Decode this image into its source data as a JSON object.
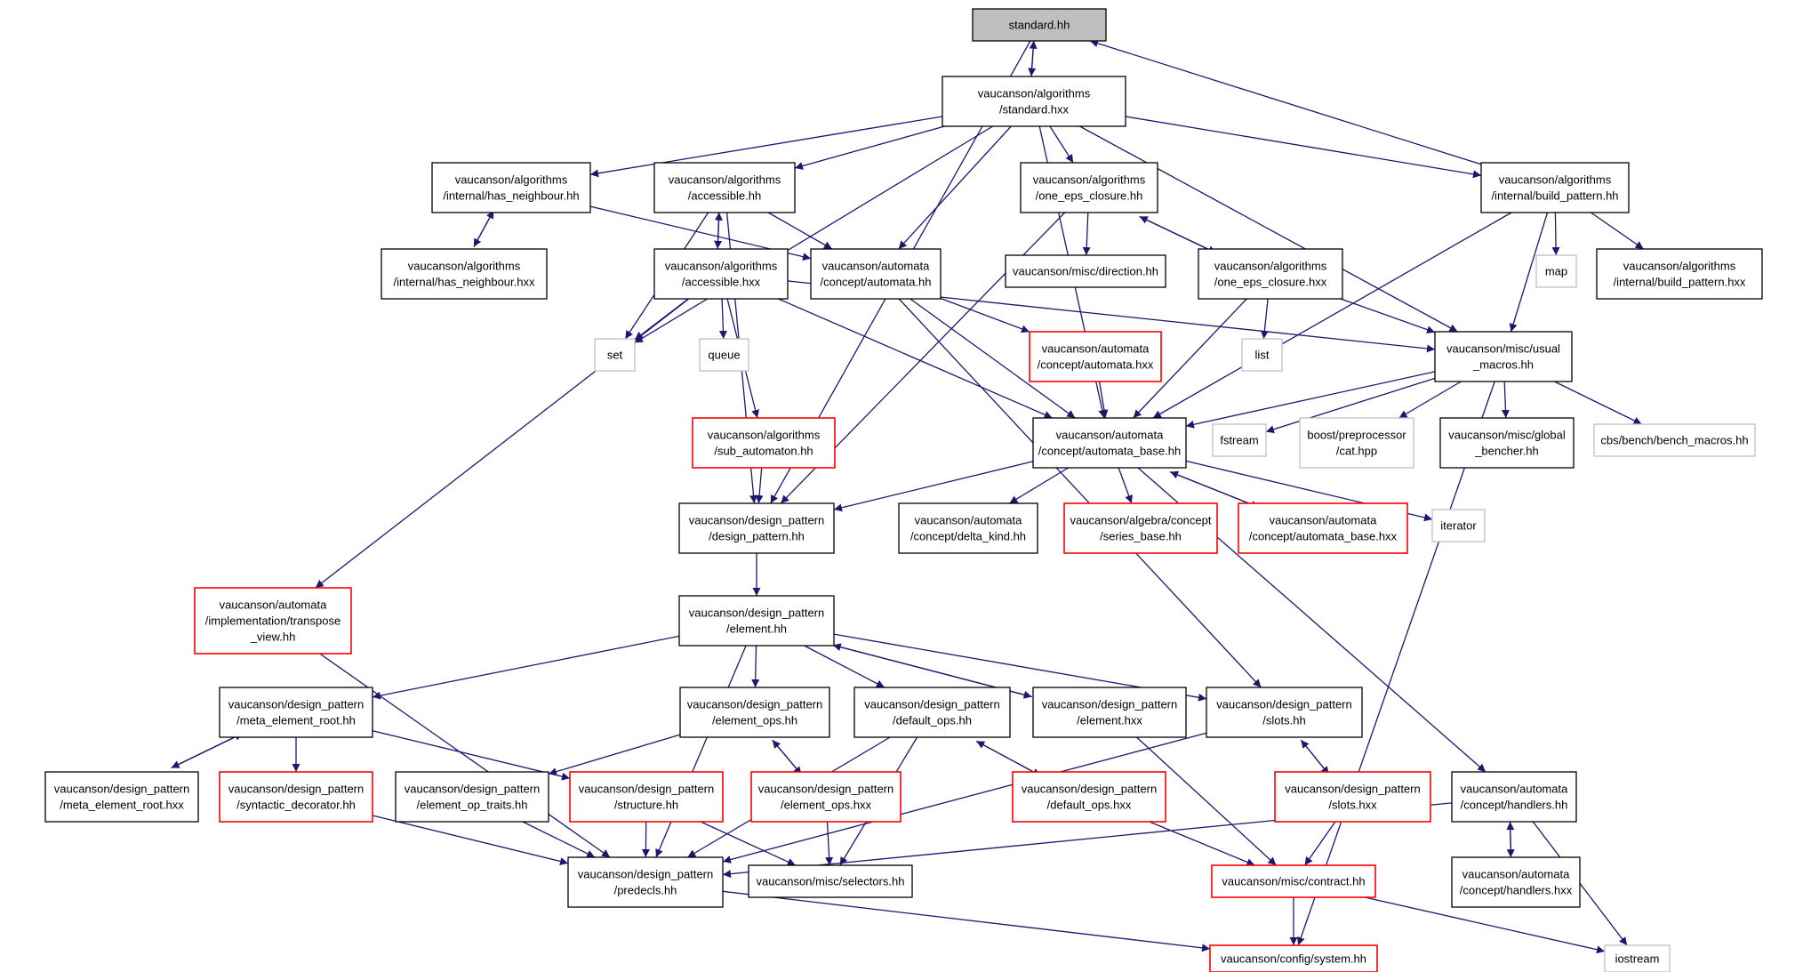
{
  "colors": {
    "edge": "#191970",
    "normal_border": "#000000",
    "missing_border": "#ff0000",
    "external_border": "#bfbfbf",
    "root_fill": "#bfbfbf",
    "background": "#ffffff"
  },
  "nodes": [
    {
      "id": "standard_hh",
      "lines": [
        "standard.hh"
      ],
      "kind": "root"
    },
    {
      "id": "standard_hxx",
      "lines": [
        "vaucanson/algorithms",
        "/standard.hxx"
      ],
      "kind": "normal"
    },
    {
      "id": "has_neighbour_hh",
      "lines": [
        "vaucanson/algorithms",
        "/internal/has_neighbour.hh"
      ],
      "kind": "normal"
    },
    {
      "id": "accessible_hh",
      "lines": [
        "vaucanson/algorithms",
        "/accessible.hh"
      ],
      "kind": "normal"
    },
    {
      "id": "one_eps_closure_hh",
      "lines": [
        "vaucanson/algorithms",
        "/one_eps_closure.hh"
      ],
      "kind": "normal"
    },
    {
      "id": "build_pattern_hh",
      "lines": [
        "vaucanson/algorithms",
        "/internal/build_pattern.hh"
      ],
      "kind": "normal"
    },
    {
      "id": "has_neighbour_hxx",
      "lines": [
        "vaucanson/algorithms",
        "/internal/has_neighbour.hxx"
      ],
      "kind": "normal"
    },
    {
      "id": "accessible_hxx",
      "lines": [
        "vaucanson/algorithms",
        "/accessible.hxx"
      ],
      "kind": "normal"
    },
    {
      "id": "automata_hh",
      "lines": [
        "vaucanson/automata",
        "/concept/automata.hh"
      ],
      "kind": "normal"
    },
    {
      "id": "direction_hh",
      "lines": [
        "vaucanson/misc/direction.hh"
      ],
      "kind": "normal"
    },
    {
      "id": "one_eps_closure_hxx",
      "lines": [
        "vaucanson/algorithms",
        "/one_eps_closure.hxx"
      ],
      "kind": "normal"
    },
    {
      "id": "map",
      "lines": [
        "map"
      ],
      "kind": "external"
    },
    {
      "id": "build_pattern_hxx",
      "lines": [
        "vaucanson/algorithms",
        "/internal/build_pattern.hxx"
      ],
      "kind": "normal"
    },
    {
      "id": "set",
      "lines": [
        "set"
      ],
      "kind": "external"
    },
    {
      "id": "queue",
      "lines": [
        "queue"
      ],
      "kind": "external"
    },
    {
      "id": "automata_hxx",
      "lines": [
        "vaucanson/automata",
        "/concept/automata.hxx"
      ],
      "kind": "missing"
    },
    {
      "id": "list",
      "lines": [
        "list"
      ],
      "kind": "external"
    },
    {
      "id": "usual_macros_hh",
      "lines": [
        "vaucanson/misc/usual",
        "_macros.hh"
      ],
      "kind": "normal"
    },
    {
      "id": "sub_automaton_hh",
      "lines": [
        "vaucanson/algorithms",
        "/sub_automaton.hh"
      ],
      "kind": "missing"
    },
    {
      "id": "automata_base_hh",
      "lines": [
        "vaucanson/automata",
        "/concept/automata_base.hh"
      ],
      "kind": "normal"
    },
    {
      "id": "fstream",
      "lines": [
        "fstream"
      ],
      "kind": "external"
    },
    {
      "id": "cat_hpp",
      "lines": [
        "boost/preprocessor",
        "/cat.hpp"
      ],
      "kind": "external"
    },
    {
      "id": "global_bencher_hh",
      "lines": [
        "vaucanson/misc/global",
        "_bencher.hh"
      ],
      "kind": "normal"
    },
    {
      "id": "bench_macros_hh",
      "lines": [
        "cbs/bench/bench_macros.hh"
      ],
      "kind": "external"
    },
    {
      "id": "design_pattern_hh",
      "lines": [
        "vaucanson/design_pattern",
        "/design_pattern.hh"
      ],
      "kind": "normal"
    },
    {
      "id": "delta_kind_hh",
      "lines": [
        "vaucanson/automata",
        "/concept/delta_kind.hh"
      ],
      "kind": "normal"
    },
    {
      "id": "series_base_hh",
      "lines": [
        "vaucanson/algebra/concept",
        "/series_base.hh"
      ],
      "kind": "missing"
    },
    {
      "id": "automata_base_hxx",
      "lines": [
        "vaucanson/automata",
        "/concept/automata_base.hxx"
      ],
      "kind": "missing"
    },
    {
      "id": "iterator",
      "lines": [
        "iterator"
      ],
      "kind": "external"
    },
    {
      "id": "transpose_view_hh",
      "lines": [
        "vaucanson/automata",
        "/implementation/transpose",
        "_view.hh"
      ],
      "kind": "missing"
    },
    {
      "id": "element_hh",
      "lines": [
        "vaucanson/design_pattern",
        "/element.hh"
      ],
      "kind": "normal"
    },
    {
      "id": "meta_element_root_hh",
      "lines": [
        "vaucanson/design_pattern",
        "/meta_element_root.hh"
      ],
      "kind": "normal"
    },
    {
      "id": "element_ops_hh",
      "lines": [
        "vaucanson/design_pattern",
        "/element_ops.hh"
      ],
      "kind": "normal"
    },
    {
      "id": "default_ops_hh",
      "lines": [
        "vaucanson/design_pattern",
        "/default_ops.hh"
      ],
      "kind": "normal"
    },
    {
      "id": "element_hxx",
      "lines": [
        "vaucanson/design_pattern",
        "/element.hxx"
      ],
      "kind": "normal"
    },
    {
      "id": "slots_hh",
      "lines": [
        "vaucanson/design_pattern",
        "/slots.hh"
      ],
      "kind": "normal"
    },
    {
      "id": "meta_element_root_hxx",
      "lines": [
        "vaucanson/design_pattern",
        "/meta_element_root.hxx"
      ],
      "kind": "normal"
    },
    {
      "id": "syntactic_decorator_hh",
      "lines": [
        "vaucanson/design_pattern",
        "/syntactic_decorator.hh"
      ],
      "kind": "missing"
    },
    {
      "id": "element_op_traits_hh",
      "lines": [
        "vaucanson/design_pattern",
        "/element_op_traits.hh"
      ],
      "kind": "normal"
    },
    {
      "id": "structure_hh",
      "lines": [
        "vaucanson/design_pattern",
        "/structure.hh"
      ],
      "kind": "missing"
    },
    {
      "id": "element_ops_hxx",
      "lines": [
        "vaucanson/design_pattern",
        "/element_ops.hxx"
      ],
      "kind": "missing"
    },
    {
      "id": "default_ops_hxx",
      "lines": [
        "vaucanson/design_pattern",
        "/default_ops.hxx"
      ],
      "kind": "missing"
    },
    {
      "id": "slots_hxx",
      "lines": [
        "vaucanson/design_pattern",
        "/slots.hxx"
      ],
      "kind": "missing"
    },
    {
      "id": "handlers_hh",
      "lines": [
        "vaucanson/automata",
        "/concept/handlers.hh"
      ],
      "kind": "normal"
    },
    {
      "id": "predecls_hh",
      "lines": [
        "vaucanson/design_pattern",
        "/predecls.hh"
      ],
      "kind": "normal"
    },
    {
      "id": "selectors_hh",
      "lines": [
        "vaucanson/misc/selectors.hh"
      ],
      "kind": "normal"
    },
    {
      "id": "contract_hh",
      "lines": [
        "vaucanson/misc/contract.hh"
      ],
      "kind": "missing"
    },
    {
      "id": "handlers_hxx",
      "lines": [
        "vaucanson/automata",
        "/concept/handlers.hxx"
      ],
      "kind": "normal"
    },
    {
      "id": "system_hh",
      "lines": [
        "vaucanson/config/system.hh"
      ],
      "kind": "missing"
    },
    {
      "id": "iostream",
      "lines": [
        "iostream"
      ],
      "kind": "external"
    }
  ],
  "edges": [
    [
      "standard_hh",
      "standard_hxx"
    ],
    [
      "standard_hh",
      "design_pattern_hh"
    ],
    [
      "standard_hxx",
      "standard_hh"
    ],
    [
      "standard_hxx",
      "has_neighbour_hh"
    ],
    [
      "standard_hxx",
      "accessible_hh"
    ],
    [
      "standard_hxx",
      "one_eps_closure_hh"
    ],
    [
      "standard_hxx",
      "build_pattern_hh"
    ],
    [
      "standard_hxx",
      "set"
    ],
    [
      "standard_hxx",
      "automata_hh"
    ],
    [
      "standard_hxx",
      "automata_base_hh"
    ],
    [
      "standard_hxx",
      "usual_macros_hh"
    ],
    [
      "has_neighbour_hh",
      "has_neighbour_hxx"
    ],
    [
      "has_neighbour_hh",
      "automata_hh"
    ],
    [
      "has_neighbour_hxx",
      "has_neighbour_hh"
    ],
    [
      "accessible_hh",
      "accessible_hxx"
    ],
    [
      "accessible_hh",
      "automata_hh"
    ],
    [
      "accessible_hh",
      "set"
    ],
    [
      "accessible_hh",
      "design_pattern_hh"
    ],
    [
      "accessible_hxx",
      "accessible_hh"
    ],
    [
      "accessible_hxx",
      "set"
    ],
    [
      "accessible_hxx",
      "queue"
    ],
    [
      "accessible_hxx",
      "sub_automaton_hh"
    ],
    [
      "accessible_hxx",
      "transpose_view_hh"
    ],
    [
      "accessible_hxx",
      "automata_base_hh"
    ],
    [
      "accessible_hxx",
      "usual_macros_hh"
    ],
    [
      "one_eps_closure_hh",
      "direction_hh"
    ],
    [
      "one_eps_closure_hh",
      "one_eps_closure_hxx"
    ],
    [
      "one_eps_closure_hh",
      "design_pattern_hh"
    ],
    [
      "one_eps_closure_hxx",
      "one_eps_closure_hh"
    ],
    [
      "one_eps_closure_hxx",
      "list"
    ],
    [
      "one_eps_closure_hxx",
      "automata_base_hh"
    ],
    [
      "one_eps_closure_hxx",
      "usual_macros_hh"
    ],
    [
      "build_pattern_hh",
      "standard_hh"
    ],
    [
      "build_pattern_hh",
      "map"
    ],
    [
      "build_pattern_hh",
      "build_pattern_hxx"
    ],
    [
      "build_pattern_hh",
      "usual_macros_hh"
    ],
    [
      "build_pattern_hh",
      "automata_base_hh"
    ],
    [
      "automata_hh",
      "automata_hxx"
    ],
    [
      "automata_hh",
      "automata_base_hh"
    ],
    [
      "automata_hh",
      "slots_hh"
    ],
    [
      "automata_hxx",
      "automata_base_hh"
    ],
    [
      "sub_automaton_hh",
      "design_pattern_hh"
    ],
    [
      "usual_macros_hh",
      "fstream"
    ],
    [
      "usual_macros_hh",
      "cat_hpp"
    ],
    [
      "usual_macros_hh",
      "global_bencher_hh"
    ],
    [
      "usual_macros_hh",
      "bench_macros_hh"
    ],
    [
      "usual_macros_hh",
      "automata_base_hh"
    ],
    [
      "usual_macros_hh",
      "system_hh"
    ],
    [
      "automata_base_hh",
      "design_pattern_hh"
    ],
    [
      "automata_base_hh",
      "delta_kind_hh"
    ],
    [
      "automata_base_hh",
      "series_base_hh"
    ],
    [
      "automata_base_hh",
      "automata_base_hxx"
    ],
    [
      "automata_base_hh",
      "iterator"
    ],
    [
      "automata_base_hh",
      "handlers_hh"
    ],
    [
      "automata_base_hxx",
      "automata_base_hh"
    ],
    [
      "design_pattern_hh",
      "element_hh"
    ],
    [
      "transpose_view_hh",
      "predecls_hh"
    ],
    [
      "element_hh",
      "meta_element_root_hh"
    ],
    [
      "element_hh",
      "element_ops_hh"
    ],
    [
      "element_hh",
      "default_ops_hh"
    ],
    [
      "element_hh",
      "element_hxx"
    ],
    [
      "element_hh",
      "slots_hh"
    ],
    [
      "element_hh",
      "predecls_hh"
    ],
    [
      "element_hxx",
      "element_hh"
    ],
    [
      "element_hxx",
      "contract_hh"
    ],
    [
      "meta_element_root_hh",
      "meta_element_root_hxx"
    ],
    [
      "meta_element_root_hh",
      "syntactic_decorator_hh"
    ],
    [
      "meta_element_root_hh",
      "structure_hh"
    ],
    [
      "meta_element_root_hxx",
      "meta_element_root_hh"
    ],
    [
      "syntactic_decorator_hh",
      "predecls_hh"
    ],
    [
      "element_ops_hh",
      "element_op_traits_hh"
    ],
    [
      "element_ops_hh",
      "element_ops_hxx"
    ],
    [
      "element_ops_hxx",
      "element_ops_hh"
    ],
    [
      "element_ops_hxx",
      "selectors_hh"
    ],
    [
      "element_op_traits_hh",
      "predecls_hh"
    ],
    [
      "structure_hh",
      "predecls_hh"
    ],
    [
      "structure_hh",
      "selectors_hh"
    ],
    [
      "default_ops_hh",
      "default_ops_hxx"
    ],
    [
      "default_ops_hh",
      "predecls_hh"
    ],
    [
      "default_ops_hh",
      "selectors_hh"
    ],
    [
      "default_ops_hxx",
      "default_ops_hh"
    ],
    [
      "default_ops_hxx",
      "contract_hh"
    ],
    [
      "slots_hh",
      "slots_hxx"
    ],
    [
      "slots_hh",
      "predecls_hh"
    ],
    [
      "slots_hxx",
      "slots_hh"
    ],
    [
      "slots_hxx",
      "contract_hh"
    ],
    [
      "handlers_hh",
      "handlers_hxx"
    ],
    [
      "handlers_hh",
      "predecls_hh"
    ],
    [
      "handlers_hh",
      "iostream"
    ],
    [
      "handlers_hxx",
      "handlers_hh"
    ],
    [
      "predecls_hh",
      "system_hh"
    ],
    [
      "contract_hh",
      "system_hh"
    ],
    [
      "contract_hh",
      "iostream"
    ]
  ]
}
